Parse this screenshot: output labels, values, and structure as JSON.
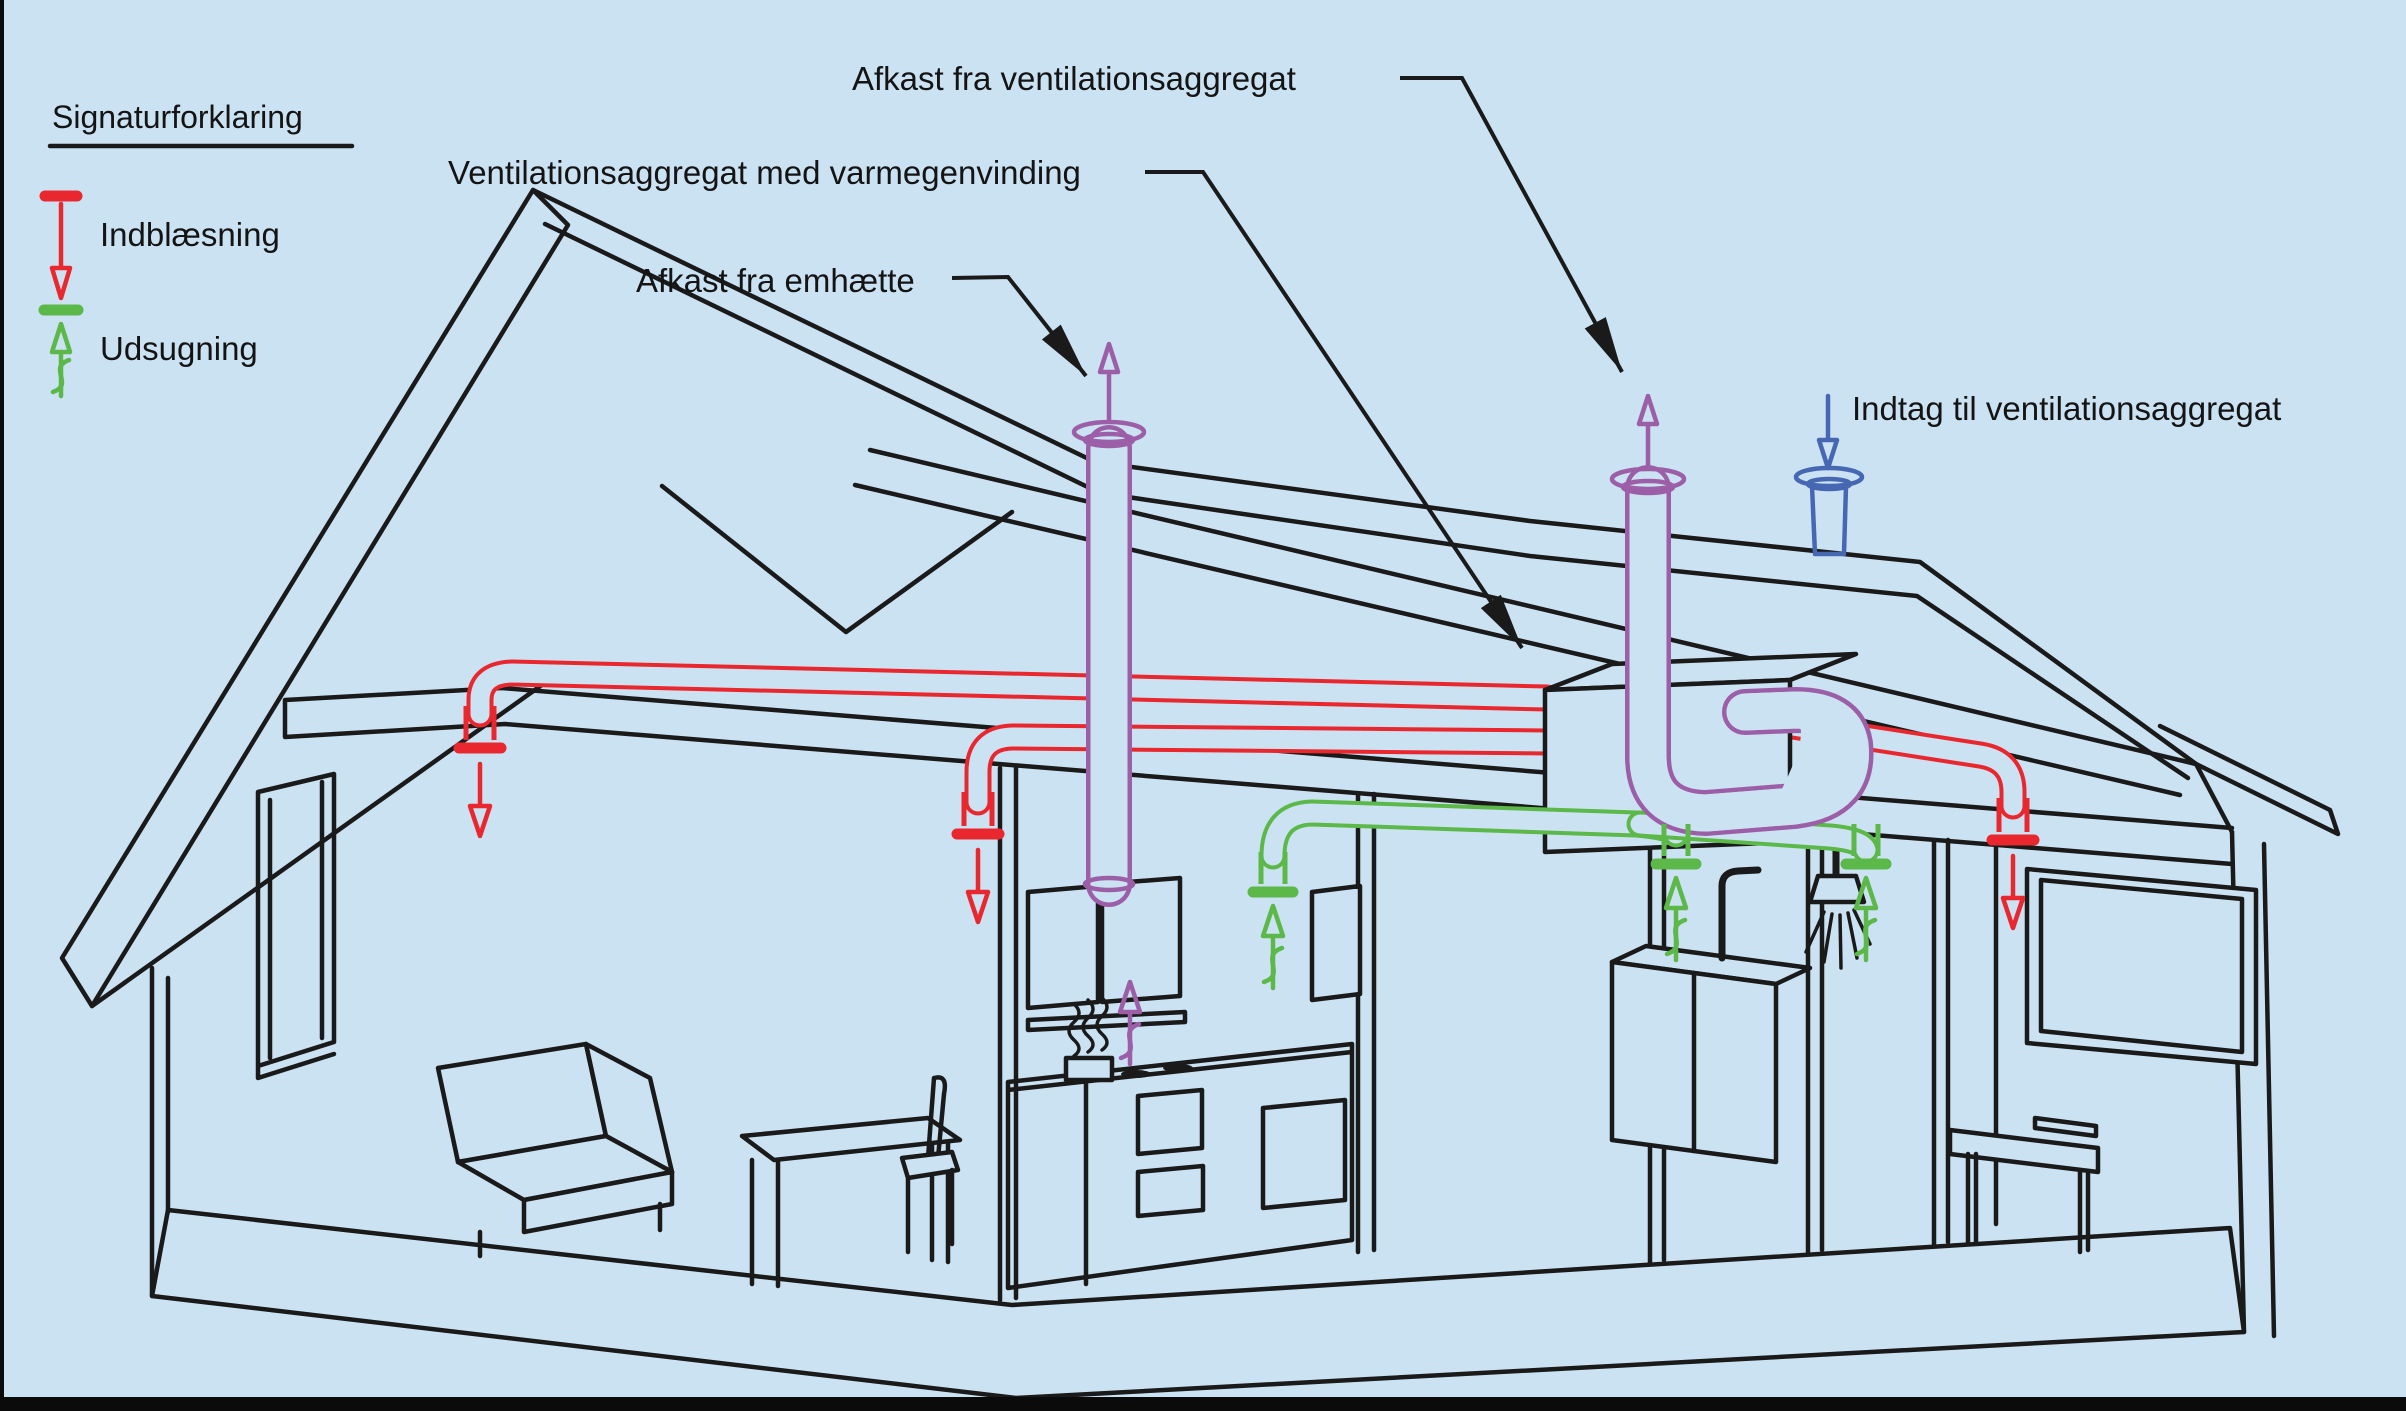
{
  "diagram": {
    "type": "house-ventilation-cutaway",
    "description": "3D cutaway drawing of a single-family house with a balanced mechanical ventilation system with heat recovery"
  },
  "colors": {
    "background": "#cbe2f2",
    "line_black": "#1a1a1a",
    "supply_red": "#e8282e",
    "extract_green": "#5cb848",
    "exhaust_purple": "#9c5fa7",
    "intake_blue": "#4668b2",
    "border_black": "#0b0b0b"
  },
  "legend": {
    "title": "Signaturforklaring",
    "items": [
      {
        "id": "indblaesning",
        "label": "Indblæsning",
        "color": "#e8282e",
        "symbol": "supply-valve-down-arrow"
      },
      {
        "id": "udsugning",
        "label": "Udsugning",
        "color": "#5cb848",
        "symbol": "extract-valve-up-arrow-squiggle"
      }
    ]
  },
  "annotations": [
    {
      "id": "afkast-aggregat",
      "text": "Afkast fra ventilationsaggregat",
      "target": "purple roof exhaust chimney"
    },
    {
      "id": "aggregat",
      "text": "Ventilationsaggregat med varmegenvinding",
      "target": "ventilation unit box in attic"
    },
    {
      "id": "afkast-emhaette",
      "text": "Afkast fra emhætte",
      "target": "purple cooker-hood chimney"
    },
    {
      "id": "indtag",
      "text": "Indtag til ventilationsaggregat",
      "target": "blue roof intake stub"
    }
  ]
}
